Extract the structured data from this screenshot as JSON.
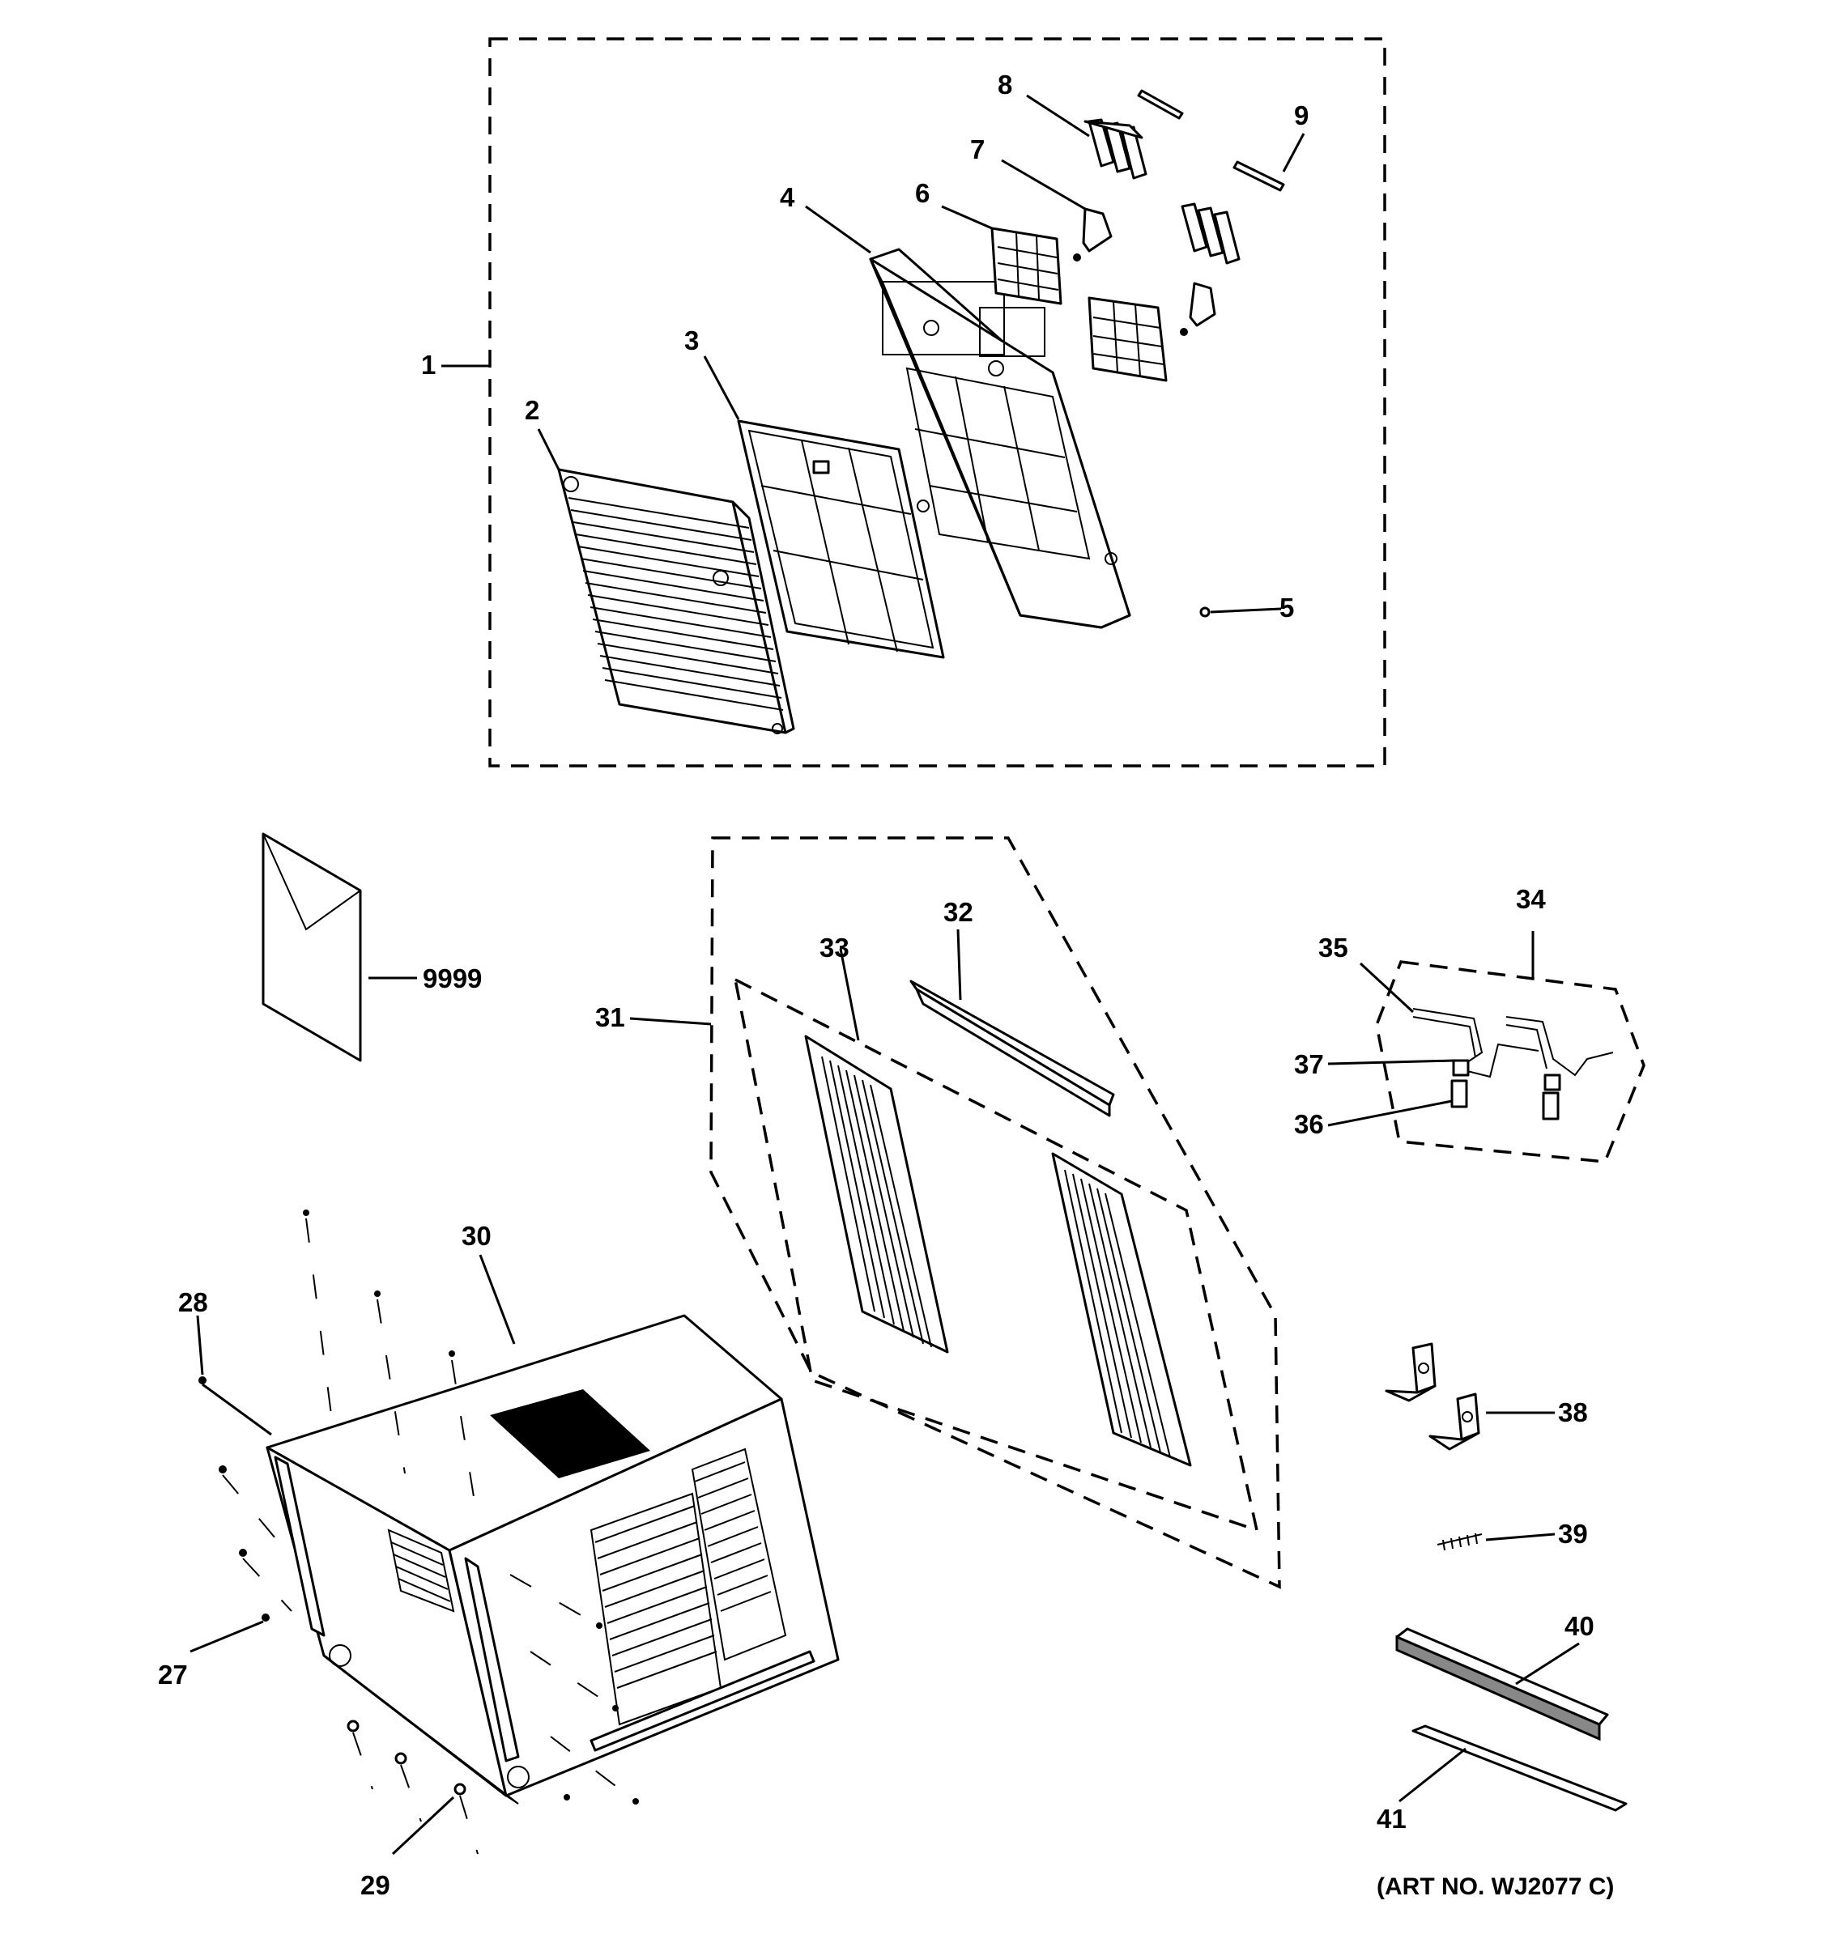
{
  "callouts": {
    "c1": "1",
    "c2": "2",
    "c3": "3",
    "c4": "4",
    "c5": "5",
    "c6": "6",
    "c7": "7",
    "c8": "8",
    "c9": "9",
    "c27": "27",
    "c28": "28",
    "c29": "29",
    "c30": "30",
    "c31": "31",
    "c32": "32",
    "c33": "33",
    "c34": "34",
    "c35": "35",
    "c36": "36",
    "c37": "37",
    "c38": "38",
    "c39": "39",
    "c40": "40",
    "c41": "41",
    "c9999": "9999"
  },
  "art_number": "(ART NO. WJ2077 C)"
}
